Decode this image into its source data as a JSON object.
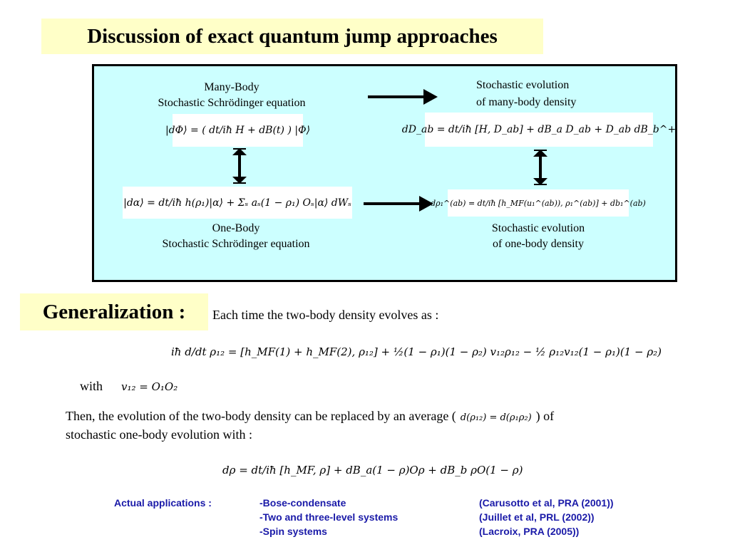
{
  "title": "Discussion of exact quantum jump approaches",
  "panel": {
    "many_body_title_1": "Many-Body",
    "many_body_title_2": "Stochastic Schrödinger equation",
    "many_body_eq": "|dΦ⟩ = ( dt/iħ H + dB(t) ) |Φ⟩",
    "many_density_title_1": "Stochastic evolution",
    "many_density_title_2": "of many-body density",
    "many_density_eq": "dD_ab = dt/iħ [H, D_ab] + dB_a D_ab + D_ab dB_b^+",
    "one_body_eq": "|dα⟩ = dt/iħ h(ρ₁)|α⟩ + Σₛ aₛ(1 − ρ₁) Oₛ|α⟩ dWₛ",
    "one_body_title_1": "One-Body",
    "one_body_title_2": "Stochastic Schrödinger equation",
    "one_density_eq": "dρ₁^(ab) = dt/iħ [h_MF(u₁^(ab)), ρ₁^(ab)] + db₁^(ab)",
    "one_density_title_1": "Stochastic evolution",
    "one_density_title_2": "of one-body density"
  },
  "generalization": {
    "label": "Generalization :",
    "intro": "Each time the two-body density evolves as :",
    "eq_two_body": "iħ d/dt ρ₁₂ = [h_MF(1) + h_MF(2), ρ₁₂] + ½(1 − ρ₁)(1 − ρ₂) v₁₂ρ₁₂ − ½ ρ₁₂v₁₂(1 − ρ₁)(1 − ρ₂)",
    "with_label": "with",
    "with_eq": "v₁₂ = O₁O₂",
    "then_text_1": "Then, the evolution of the two-body density  can be replaced by an average (",
    "avg_eq": "d(ρ₁₂) = d(ρ₁ρ₂)",
    "then_text_1_end": ") of",
    "then_text_2": "stochastic one-body evolution with :",
    "eq_final": "dρ = dt/iħ [h_MF, ρ] + dB_a(1 − ρ)Oρ + dB_b ρO(1 − ρ)"
  },
  "applications": {
    "label": "Actual applications :",
    "items": [
      {
        "topic": "-Bose-condensate",
        "ref": "(Carusotto et al, PRA (2001))"
      },
      {
        "topic": "-Two and three-level systems",
        "ref": "(Juillet et al, PRL (2002))"
      },
      {
        "topic": "-Spin systems",
        "ref": "(Lacroix, PRA (2005))"
      }
    ]
  }
}
